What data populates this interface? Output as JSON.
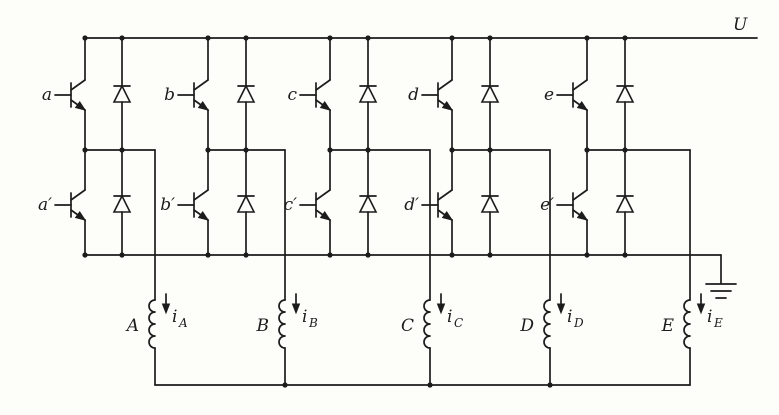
{
  "colors": {
    "ink": "#1c1c1c",
    "paper": "#fdfdfa"
  },
  "supply_label": "U",
  "legs": [
    {
      "upper_label": "a",
      "lower_label": "a′"
    },
    {
      "upper_label": "b",
      "lower_label": "b′"
    },
    {
      "upper_label": "c",
      "lower_label": "c′"
    },
    {
      "upper_label": "d",
      "lower_label": "d′"
    },
    {
      "upper_label": "e",
      "lower_label": "e′"
    }
  ],
  "windings": [
    {
      "label": "A",
      "current_base": "i",
      "current_sub": "A"
    },
    {
      "label": "B",
      "current_base": "i",
      "current_sub": "B"
    },
    {
      "label": "C",
      "current_base": "i",
      "current_sub": "C"
    },
    {
      "label": "D",
      "current_base": "i",
      "current_sub": "D"
    },
    {
      "label": "E",
      "current_base": "i",
      "current_sub": "E"
    }
  ]
}
